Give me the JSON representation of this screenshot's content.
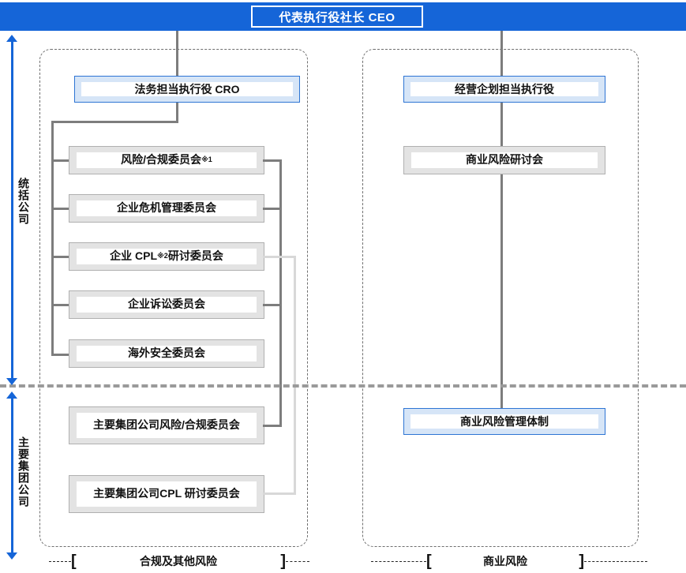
{
  "banner": {
    "ceo_label": "代表执行役社长 CEO"
  },
  "left_zone": {
    "head": {
      "label": "法务担当执行役 CRO"
    },
    "upper_items": [
      {
        "line1": "风险/合规委员会",
        "sup": "※1"
      },
      {
        "line1": "企业危机管理委员会",
        "sup": ""
      },
      {
        "line1": "企业 CPL",
        "sup": "※2",
        "line1b": "研讨委员会"
      },
      {
        "line1": "企业诉讼委员会",
        "sup": ""
      },
      {
        "line1": "海外安全委员会",
        "sup": ""
      }
    ],
    "lower_items": [
      {
        "line1": "主要集团公司",
        "line2": "风险/合规委员会"
      },
      {
        "line1": "主要集团公司",
        "line2": "CPL 研讨委员会"
      }
    ],
    "footer": {
      "bracket_open": "[",
      "label": "合规及其他风险",
      "bracket_close": "]"
    }
  },
  "right_zone": {
    "head": {
      "label": "经营企划担当执行役"
    },
    "upper_items": [
      {
        "label": "商业风险研讨会"
      }
    ],
    "lower_items": [
      {
        "label": "商业风险管理体制"
      }
    ],
    "footer": {
      "bracket_open": "[",
      "label": "商业风险",
      "bracket_close": "]"
    }
  },
  "rails": [
    {
      "label": "统括公司"
    },
    {
      "label": "主要集团公司"
    }
  ],
  "colors": {
    "banner_blue": "#1565D8",
    "box_blue_border": "#2E75D4",
    "box_blue_fill": "#D6E5F7",
    "box_gray_fill": "#E3E3E3",
    "connector_dark": "#7d7d7d",
    "connector_light": "#d8d8d8",
    "divider_gray": "#9a9a9a"
  }
}
